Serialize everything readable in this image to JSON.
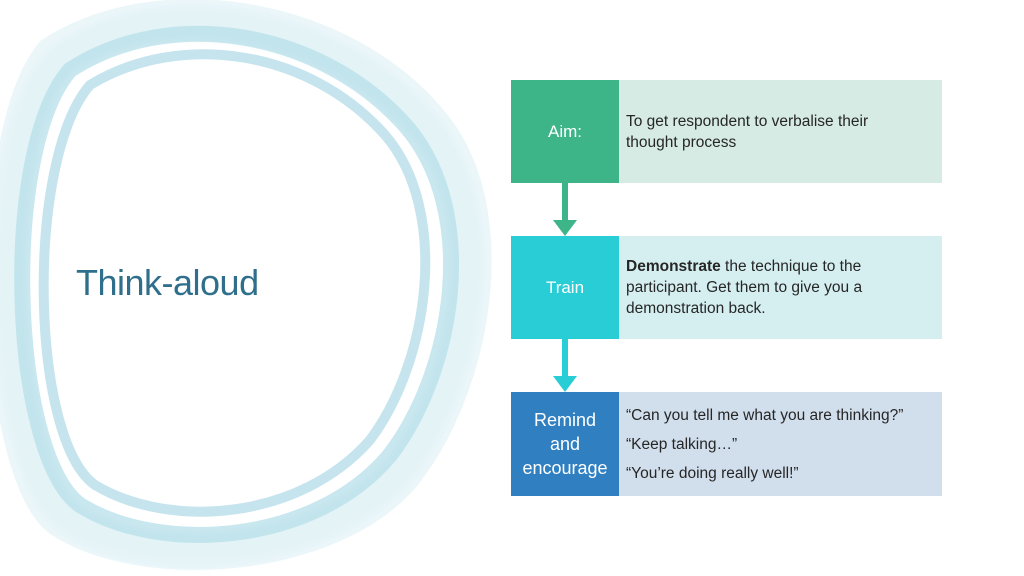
{
  "slide": {
    "title": "Think-aloud"
  },
  "steps": [
    {
      "label": "Aim:",
      "text": "To get respondent to verbalise their thought process"
    },
    {
      "label": "Train",
      "bold": "Demonstrate",
      "text": " the technique to the participant. Get them to give you a demonstration back."
    },
    {
      "label": "Remind and encourage",
      "quotes": [
        "“Can you tell me what you are thinking?”",
        "“Keep talking…”",
        "“You’re doing really well!”"
      ]
    }
  ],
  "colors": {
    "aim": "#3eb489",
    "train": "#29cdd6",
    "remind": "#2f7fc1",
    "title": "#2f6f8c"
  }
}
